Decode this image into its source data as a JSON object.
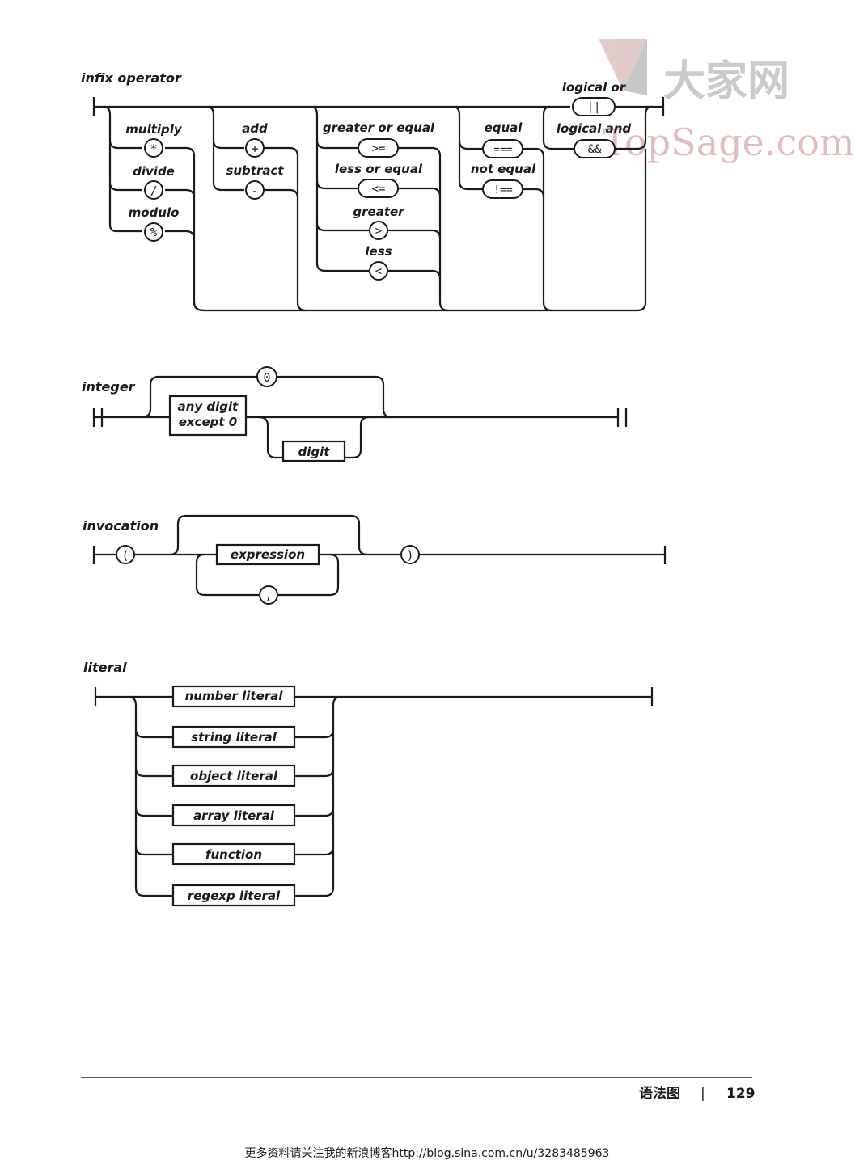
{
  "watermark": {
    "brand_cn": "大家网",
    "brand_en": "TopSage.com",
    "colors": {
      "brand_en": "#d9a8a8",
      "brand_cn": "#bdbdbd"
    }
  },
  "diagrams": {
    "infix_operator": {
      "title": "infix operator",
      "groups": [
        {
          "items": [
            {
              "label": "multiply",
              "symbol": "*"
            },
            {
              "label": "divide",
              "symbol": "/"
            },
            {
              "label": "modulo",
              "symbol": "%"
            }
          ]
        },
        {
          "items": [
            {
              "label": "add",
              "symbol": "+"
            },
            {
              "label": "subtract",
              "symbol": "-"
            }
          ]
        },
        {
          "items": [
            {
              "label": "greater or equal",
              "symbol": ">="
            },
            {
              "label": "less or equal",
              "symbol": "<="
            },
            {
              "label": "greater",
              "symbol": ">"
            },
            {
              "label": "less",
              "symbol": "<"
            }
          ]
        },
        {
          "items": [
            {
              "label": "equal",
              "symbol": "==="
            },
            {
              "label": "not equal",
              "symbol": "!=="
            }
          ]
        },
        {
          "items": [
            {
              "label": "logical or",
              "symbol": "||"
            },
            {
              "label": "logical and",
              "symbol": "&&"
            }
          ]
        }
      ]
    },
    "integer": {
      "title": "integer",
      "zero": "0",
      "any_digit_line1": "any digit",
      "any_digit_line2": "except 0",
      "digit": "digit"
    },
    "invocation": {
      "title": "invocation",
      "open_paren": "(",
      "expression": "expression",
      "comma": ",",
      "close_paren": ")"
    },
    "literal": {
      "title": "literal",
      "items": [
        "number literal",
        "string literal",
        "object literal",
        "array literal",
        "function",
        "regexp literal"
      ]
    }
  },
  "footer": {
    "section": "语法图",
    "separator": "|",
    "page_number": "129",
    "note": "更多资料请关注我的新浪博客http://blog.sina.com.cn/u/3283485963"
  }
}
